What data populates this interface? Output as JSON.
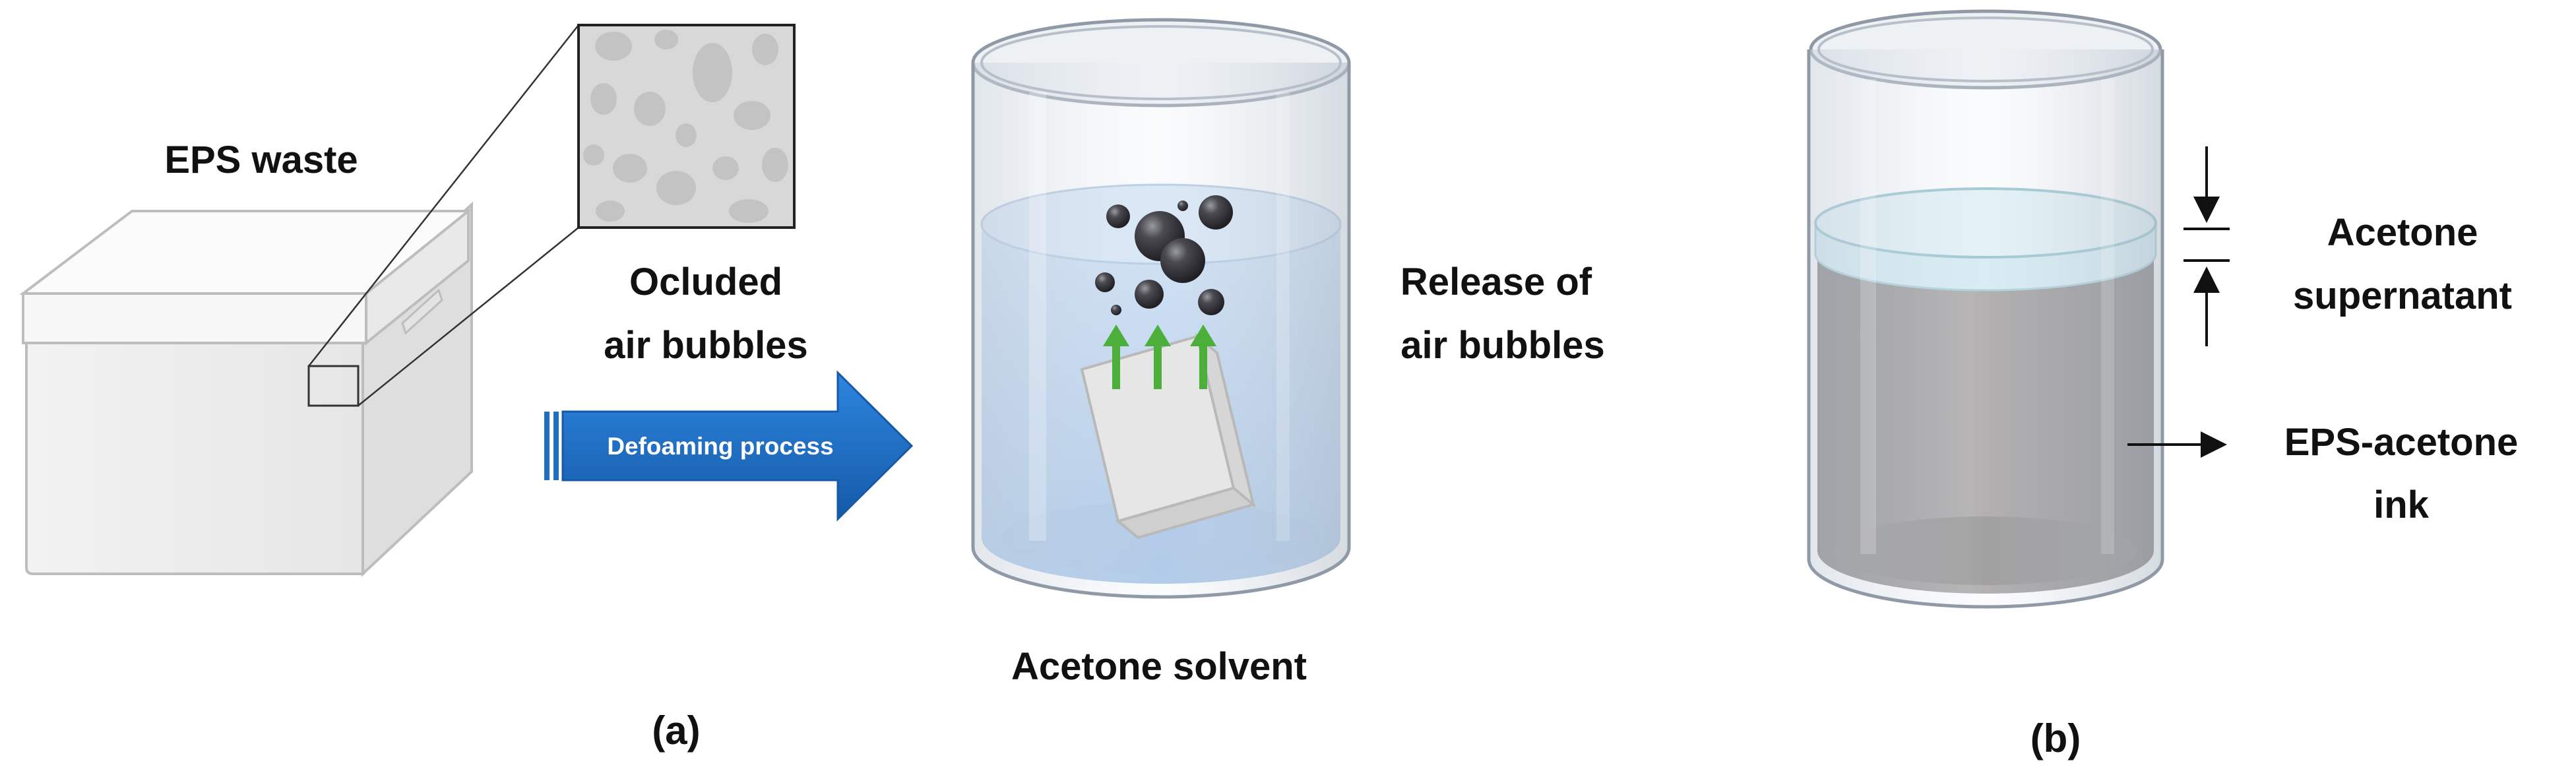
{
  "panel_a": {
    "box_label": "EPS waste",
    "inset_label_line1": "Ocluded",
    "inset_label_line2": "air bubbles",
    "arrow_label": "Defoaming process",
    "release_label_line1": "Release of",
    "release_label_line2": "air bubbles",
    "solvent_label": "Acetone solvent",
    "panel_tag": "(a)"
  },
  "panel_b": {
    "supernatant_label_line1": "Acetone",
    "supernatant_label_line2": "supernatant",
    "ink_label_line1": "EPS-acetone",
    "ink_label_line2": "ink",
    "panel_tag": "(b)"
  },
  "colors": {
    "arrow_blue": "#1f6fc4",
    "acetone_blue": "#b9d4ef",
    "supernatant_cyan": "#cfeaf2",
    "ink_gray": "#8e8a8a",
    "bubble_dark": "#3a3a3e",
    "release_arrow_green": "#4caf3a"
  }
}
